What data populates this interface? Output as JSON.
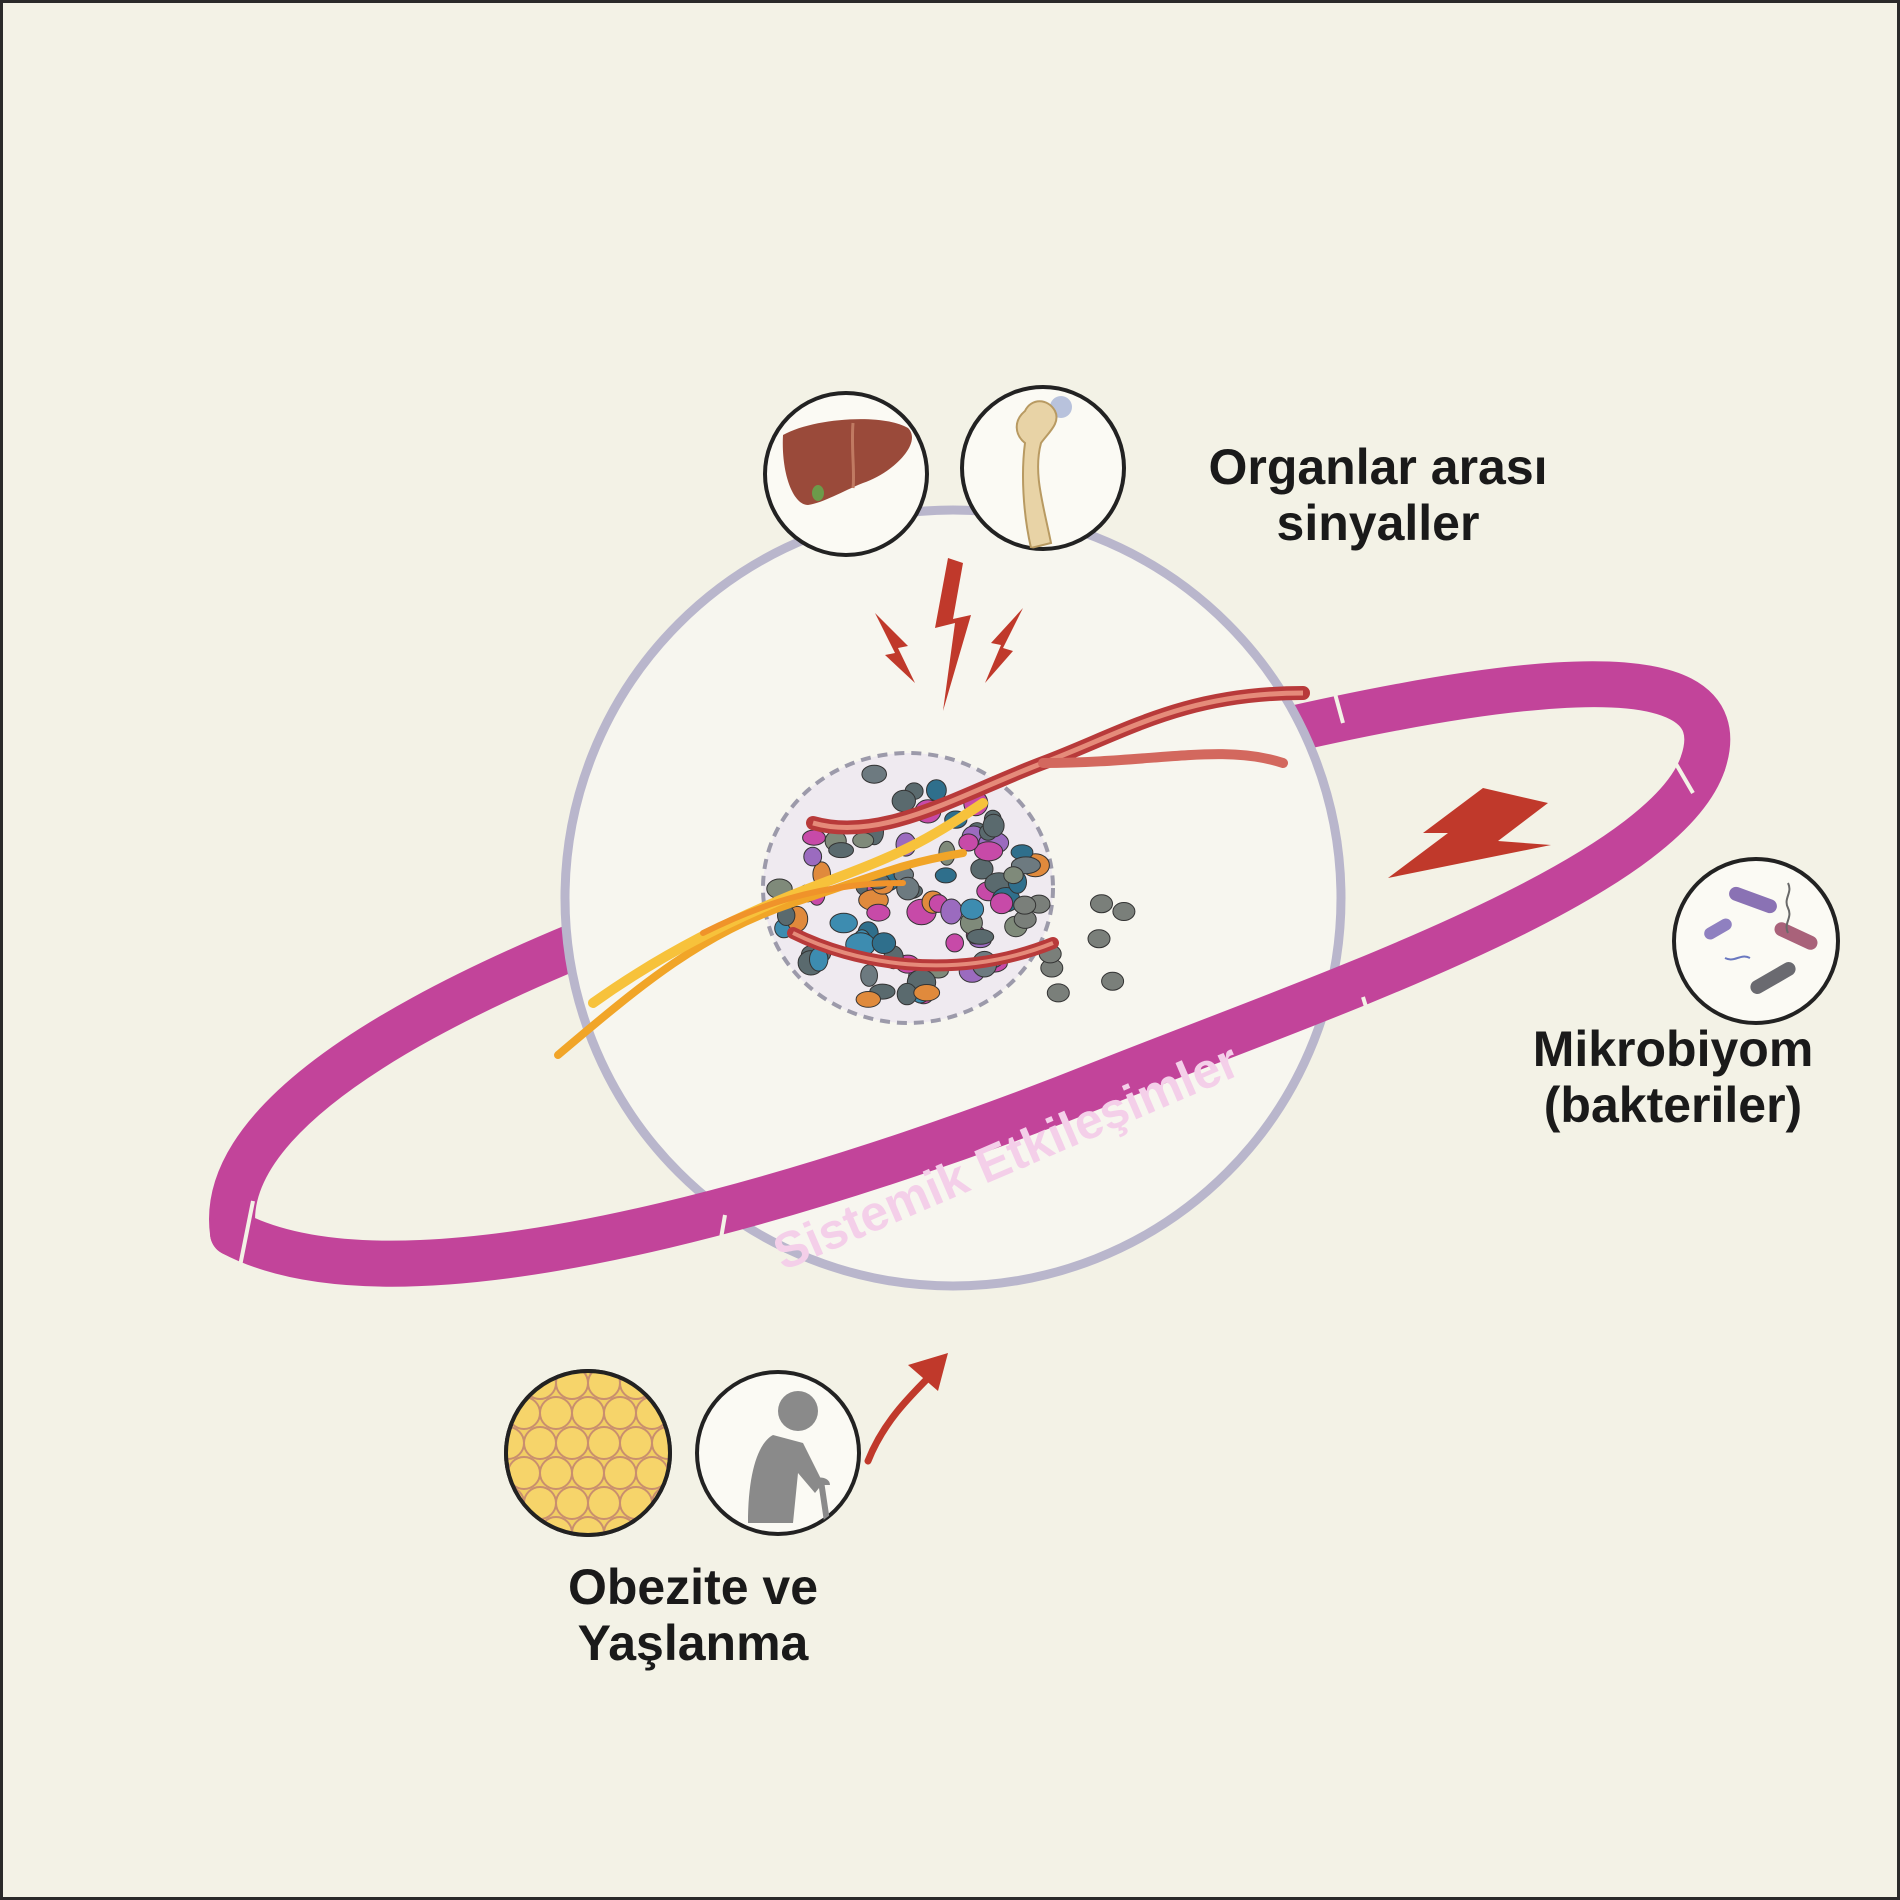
{
  "labels": {
    "organ_signals": [
      "Organlar arası",
      "sinyaller"
    ],
    "microbiome": [
      "Mikrobiyom",
      "(bakteriler)"
    ],
    "obesity_aging": [
      "Obezite ve",
      "Yaşlanma"
    ],
    "ring": "Sistemik Etkileşimler"
  },
  "icons": {
    "liver": "liver-icon",
    "bone": "bone-icon",
    "bacteria": "bacteria-icon",
    "fat_cells": "adipocyte-icon",
    "elderly": "elderly-person-icon"
  },
  "colors": {
    "background": "#f3f2e6",
    "ring": "#c2449a",
    "orbit_circle": "#b9b6cc",
    "signal": "#c0392b",
    "label_text": "#1a1a1a"
  }
}
